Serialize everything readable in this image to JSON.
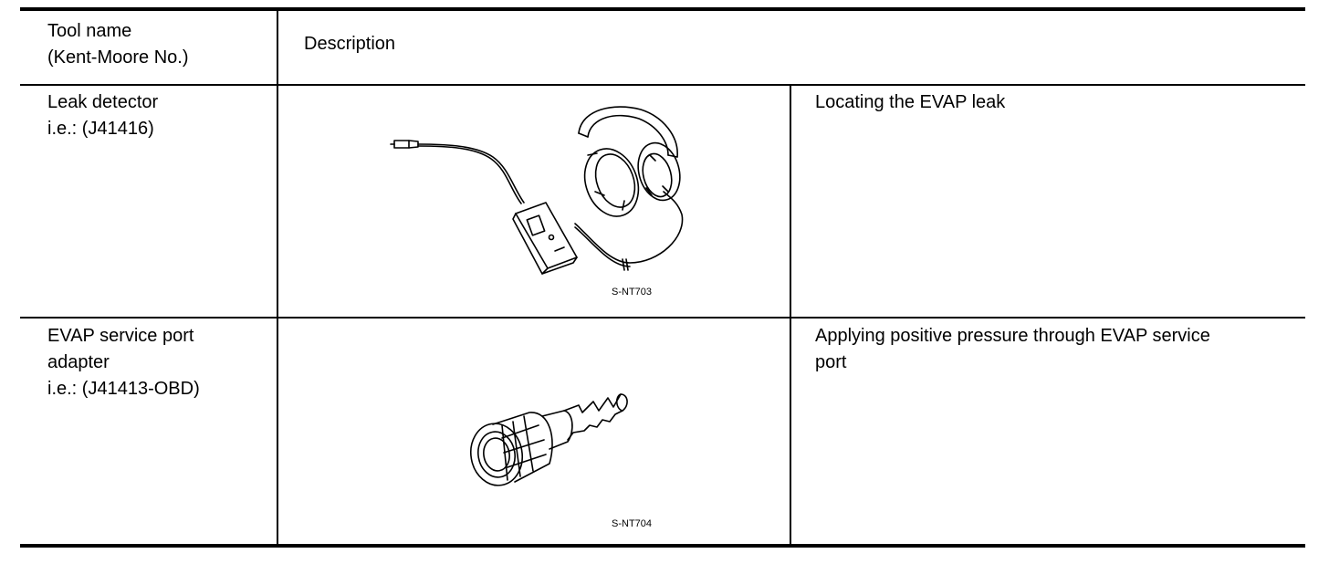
{
  "header": {
    "tool_name": "Tool name\n(Kent-Moore No.)",
    "description": "Description"
  },
  "rows": [
    {
      "tool": "Leak detector\ni.e.: (J41416)",
      "figure_label": "S-NT703",
      "figure_icon": "leak-detector-headphones-illustration",
      "description": "Locating the EVAP leak"
    },
    {
      "tool": "EVAP service port\nadapter\ni.e.: (J41413-OBD)",
      "figure_label": "S-NT704",
      "figure_icon": "evap-service-port-adapter-illustration",
      "description": "Applying positive pressure through EVAP service\nport"
    }
  ]
}
